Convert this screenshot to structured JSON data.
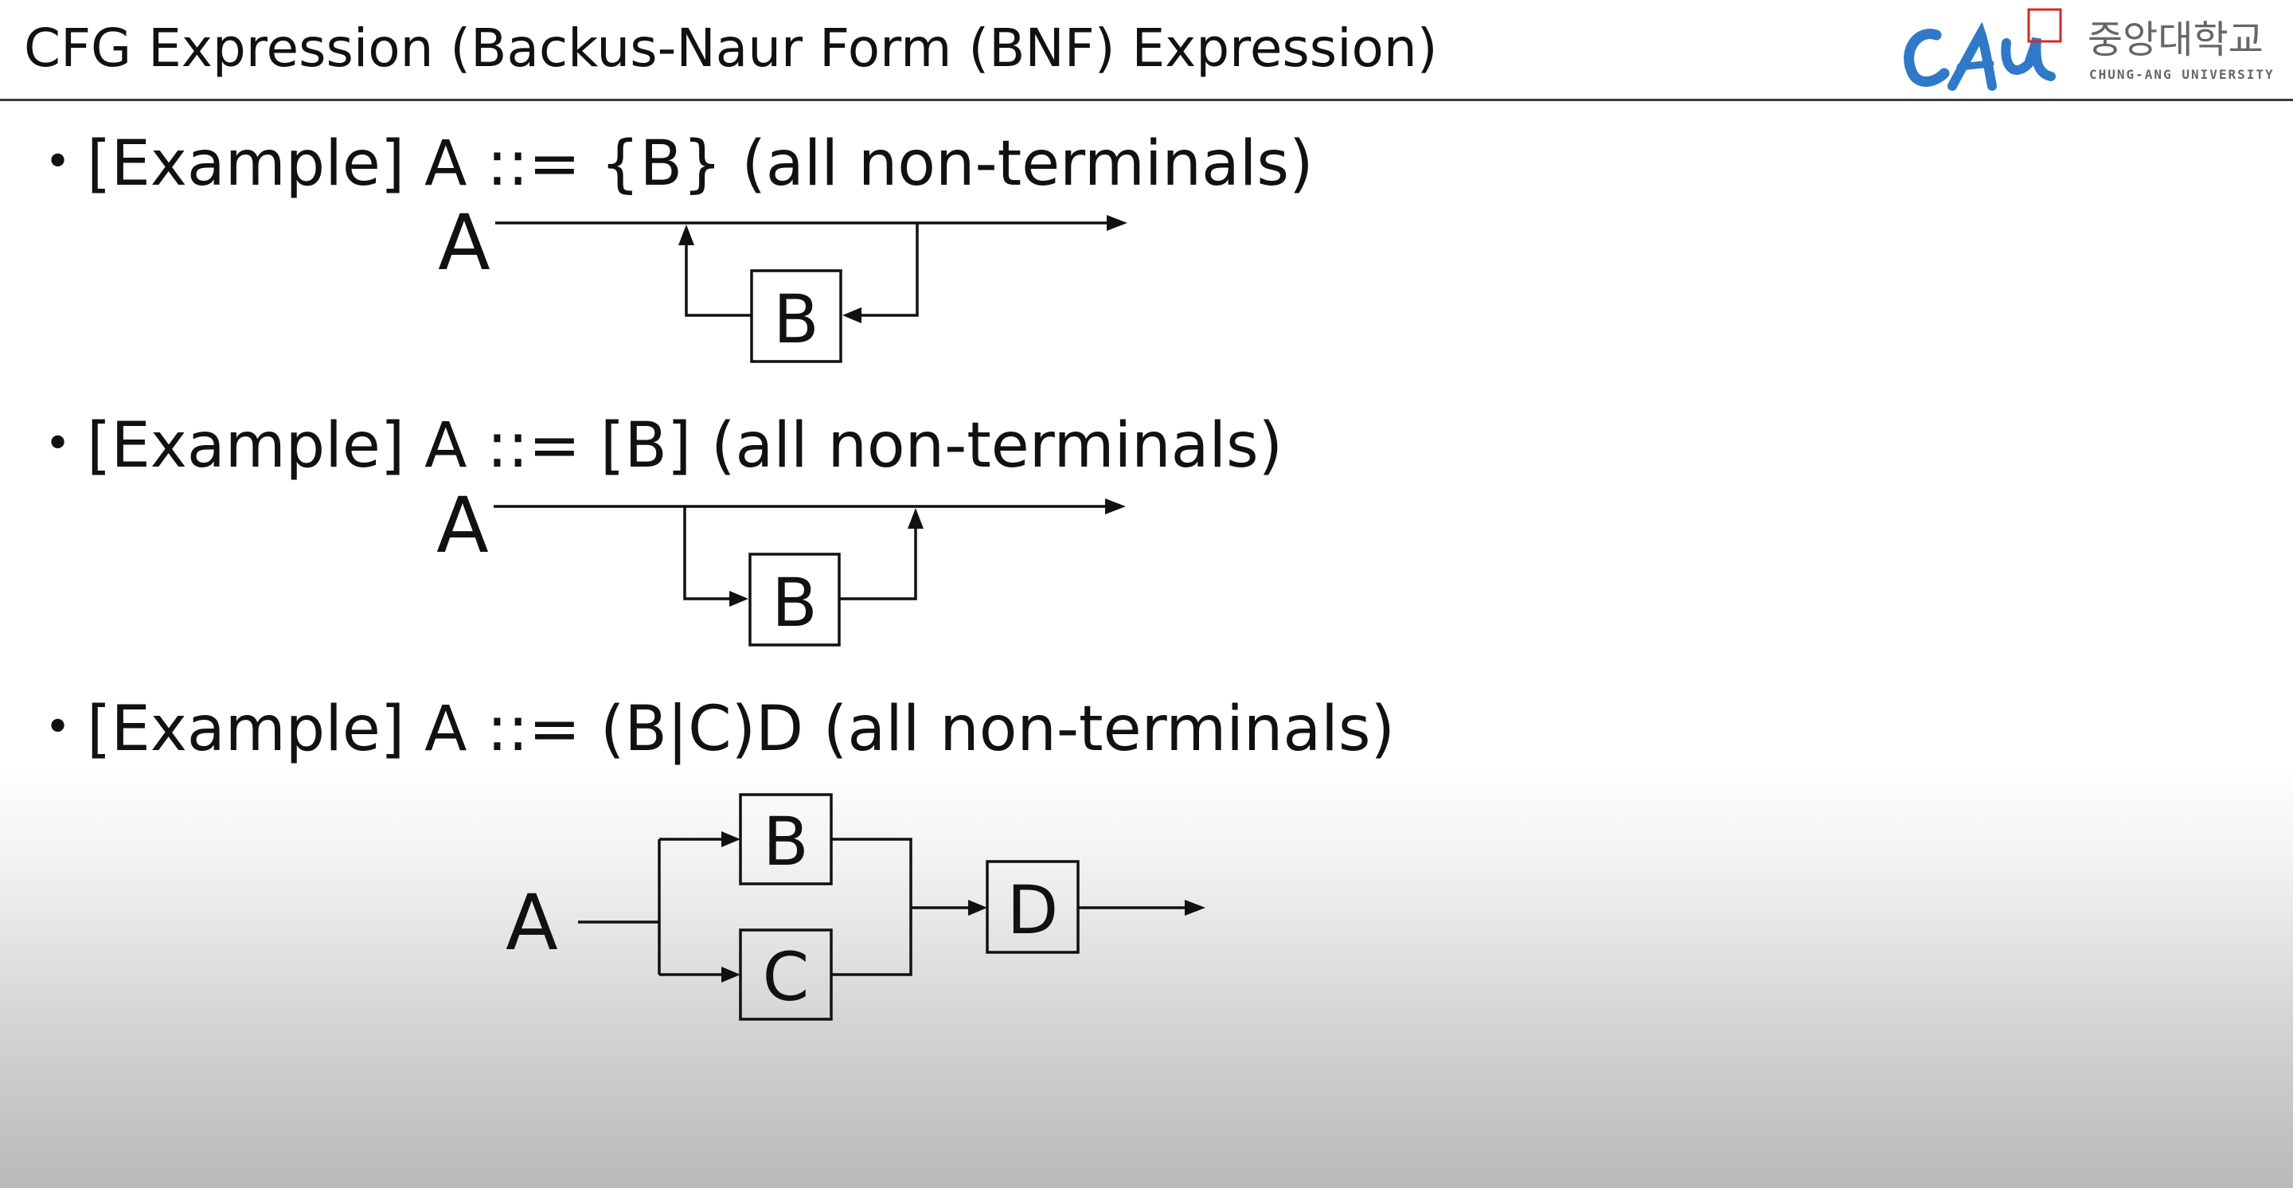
{
  "slide": {
    "title": "CFG Expression (Backus-Naur Form (BNF) Expression)"
  },
  "logo": {
    "mark": "CAU",
    "name_korean": "중앙대학교",
    "name_english": "CHUNG-ANG UNIVERSITY",
    "colors": {
      "mark": "#2f79c8",
      "accent": "#d22a2a",
      "text": "#666666"
    }
  },
  "bullets": [
    {
      "text": "[Example] A ::= {B} (all non-terminals)",
      "diagram": {
        "kind": "repetition",
        "start_label": "A",
        "boxes": [
          "B"
        ]
      }
    },
    {
      "text": "[Example] A ::= [B] (all non-terminals)",
      "diagram": {
        "kind": "optional",
        "start_label": "A",
        "boxes": [
          "B"
        ]
      }
    },
    {
      "text": "[Example] A ::= (B|C)D (all non-terminals)",
      "diagram": {
        "kind": "alternation-sequence",
        "start_label": "A",
        "boxes": [
          "B",
          "C",
          "D"
        ]
      }
    }
  ]
}
